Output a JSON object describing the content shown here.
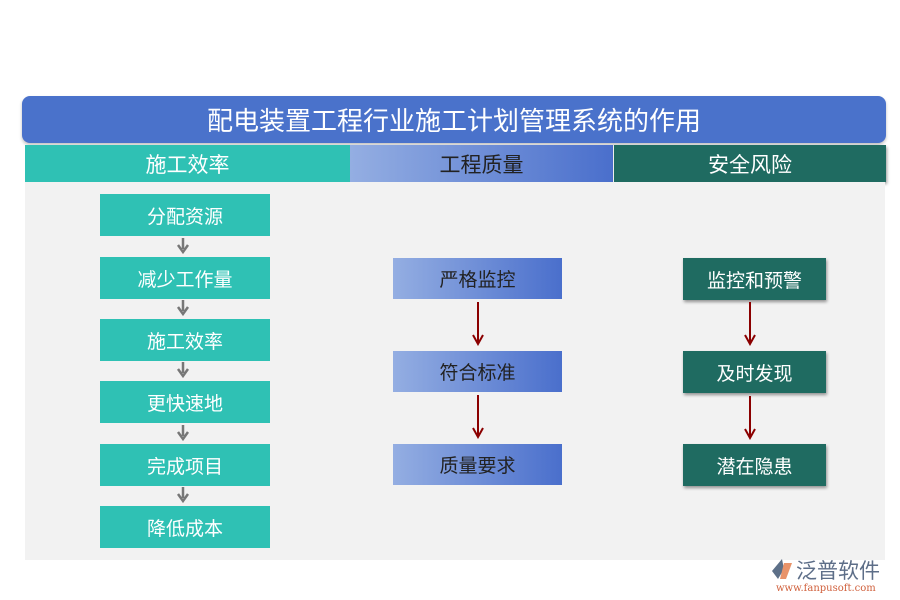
{
  "title": "配电装置工程行业施工计划管理系统的作用",
  "columns": [
    {
      "header": "施工效率",
      "items": [
        "分配资源",
        "减少工作量",
        "施工效率",
        "更快速地",
        "完成项目",
        "降低成本"
      ]
    },
    {
      "header": "工程质量",
      "items": [
        "严格监控",
        "符合标准",
        "质量要求"
      ]
    },
    {
      "header": "安全风险",
      "items": [
        "监控和预警",
        "及时发现",
        "潜在隐患"
      ]
    }
  ],
  "logo": {
    "name": "泛普软件",
    "url": "www.fanpusoft.com"
  },
  "colors": {
    "title": "#4a72cb",
    "teal": "#2fc1b4",
    "blue_gradient_end": "#4a6fcc",
    "dark_green": "#1f6b61",
    "red_arrow": "#8b0000"
  }
}
